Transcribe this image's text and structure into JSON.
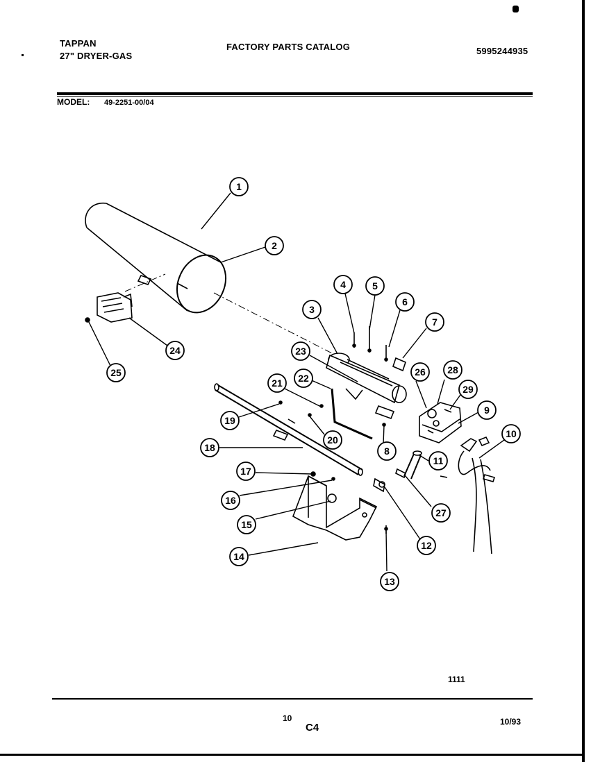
{
  "header": {
    "brand": "TAPPAN",
    "product": "27\" DRYER-GAS",
    "catalog_title": "FACTORY PARTS CATALOG",
    "catalog_number": "5995244935",
    "model_label": "MODEL:",
    "model_value": "49-2251-00/04"
  },
  "diagram": {
    "callouts": [
      "1",
      "2",
      "3",
      "4",
      "5",
      "6",
      "7",
      "8",
      "9",
      "10",
      "11",
      "12",
      "13",
      "14",
      "15",
      "16",
      "17",
      "18",
      "19",
      "20",
      "21",
      "22",
      "23",
      "24",
      "25",
      "26",
      "27",
      "28",
      "29"
    ]
  },
  "footer": {
    "illustration_number": "1111",
    "page_number": "10",
    "section_code": "C4",
    "date": "10/93"
  }
}
